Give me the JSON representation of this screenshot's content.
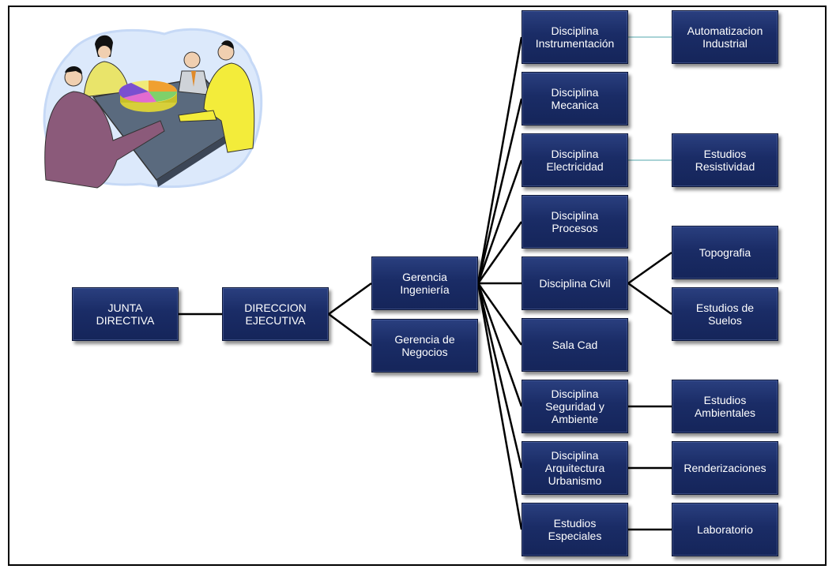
{
  "diagram": {
    "nodes": {
      "junta": "JUNTA\nDIRECTIVA",
      "direccion": "DIRECCION\nEJECUTIVA",
      "ingenieria": "Gerencia\nIngeniería",
      "negocios": "Gerencia de\nNegocios",
      "instrumentacion": "Disciplina\nInstrumentación",
      "mecanica": "Disciplina\nMecanica",
      "electricidad": "Disciplina\nElectricidad",
      "procesos": "Disciplina\nProcesos",
      "civil": "Disciplina Civil",
      "salacad": "Sala Cad",
      "seguridad": "Disciplina\nSeguridad y\nAmbiente",
      "arquitectura": "Disciplina\nArquitectura\nUrbanismo",
      "especiales": "Estudios\nEspeciales",
      "automatizacion": "Automatizacion\nIndustrial",
      "resistividad": "Estudios\nResistividad",
      "topografia": "Topografia",
      "suelos": "Estudios de\nSuelos",
      "ambientales": "Estudios\nAmbientales",
      "renderizaciones": "Renderizaciones",
      "laboratorio": "Laboratorio"
    }
  },
  "colors": {
    "box_fill": "#1a2c66",
    "box_text": "#ffffff",
    "connector": "#000000",
    "connector_light": "#a9d3d6"
  },
  "illustration": {
    "icon": "business-meeting-clipart"
  }
}
